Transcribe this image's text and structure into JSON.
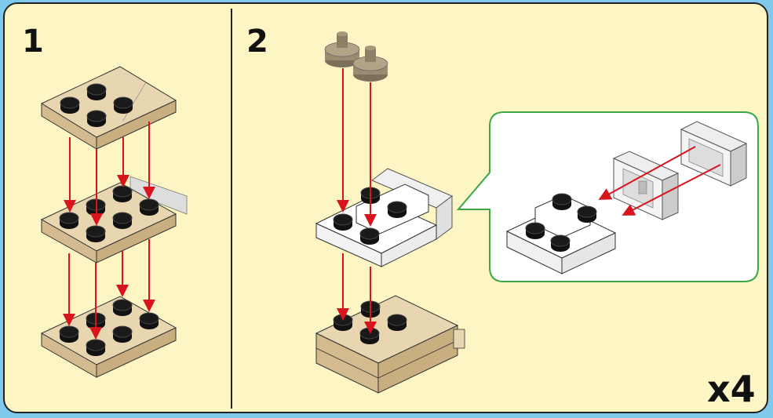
{
  "steps": [
    {
      "number": "1"
    },
    {
      "number": "2"
    }
  ],
  "multiplier": "x4",
  "colors": {
    "background": "#fdf6c4",
    "border": "#222222",
    "arrow": "#d8141c",
    "brick_tan": "#e3cfa6",
    "brick_tan_side": "#cdb486",
    "brick_dark_tan": "#9b8b70",
    "brick_white": "#ffffff",
    "brick_light_gray": "#e2e2e2",
    "callout_border": "#3aa845",
    "stud": "#111111"
  },
  "icons": [
    "flat-stud-plate",
    "round-tile",
    "slope-brick",
    "clip-bracket"
  ]
}
